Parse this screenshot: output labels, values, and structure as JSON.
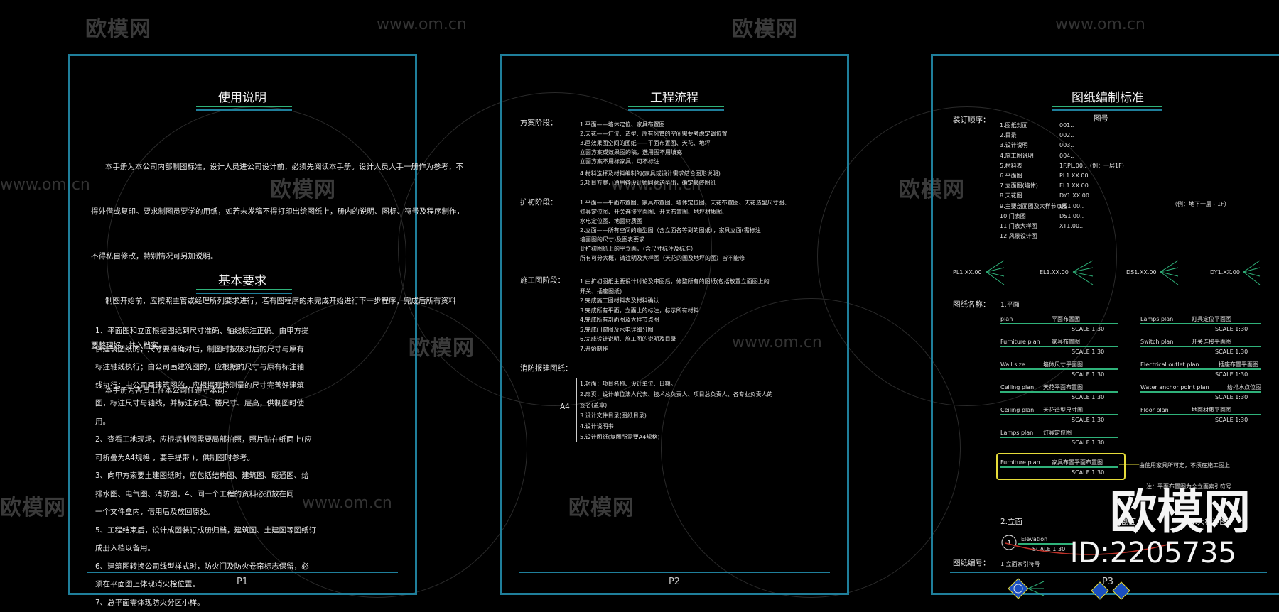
{
  "watermark": {
    "brand": "欧模网",
    "url": "www.om.cn",
    "id": "ID:2205735"
  },
  "pages": [
    {
      "number": "P1",
      "title1": "使用说明",
      "para": [
        "      本手册为本公司内部制图标准，设计人员进公司设计前，必须先阅读本手册。设计人员人手一册作为参考，不",
        "得外借或复印。要求制图员要学的用纸，如若未发稿不得打印出绘图纸上，册内的说明、图标、符号及程序制作，",
        "不得私自修改，特别情况可另加说明。",
        "      制图开始前，应按照主管或经理所列要求进行，若有图程序的未完成开始进行下一步程序，完成后所有资料",
        "要整理好，并入档案。",
        "      本手册为各员工在本公司任遵守本司。"
      ],
      "title2": "基本要求",
      "items": [
        "1、平面图和立面根据图纸到尺寸准确、轴线标注正确。由甲方提",
        "     供建筑图纸的，尺寸要准确对后，制图时按核对后的尺寸与原有",
        "     标注轴线执行；由公司画建筑图的，应根据的尺寸与原有标注轴",
        "     线执行；由公司画建筑图的，应根据现场测量的尺寸完善好建筑",
        "     图，标注尺寸与轴线，并标注家俱、楼尺寸、层高，供制图时使",
        "     用。",
        "2、查看工地现场，应根据制图需要局部拍照，照片贴在纸面上(应",
        "     可折叠为A4规格          ，要手提带          )，供制图时参考。",
        "3、向甲方索要土建图纸时，应包括结构图、建筑图、暖通图、给",
        "     排水图、电气图、消防图。4、同一个工程的资料必须放在同",
        "     一个文件盒内，借用后及放回原处。",
        "5、工程结束后，设计成图装订成册归档，建筑图、土建图等图纸订",
        "     成册入档以备用。",
        "6、建筑图转换公司线型样式时，防火门及防火卷帘标志保留，必",
        "     须在平面图上体现消火栓位置。",
        "7、总平面需体现防火分区小样。"
      ]
    },
    {
      "number": "P2",
      "title": "工程流程",
      "stages": [
        {
          "label": "方案阶段：",
          "lines": [
            "1.平面——墙体定位、家具布置图",
            "2.天花——灯位、造型、原有风管的空间需要考虑定调位置",
            "3.画效果图空间的图纸——平面布置图、天花、地坪",
            "                              立面方案或效果图的稿，选用图不用填充",
            "                              立面方案不用标家具，可不标注",
            "4.材料选择及材料编制的(家具或设计需求结合图形说明)",
            "5.项目方案，通用各设计师同意送至出，确定最终图纸"
          ]
        },
        {
          "label": "扩初阶段：",
          "lines": [
            "1.平面——平面布置图、家具布置图、墙体定位图、天花布置图、天花造型尺寸图、",
            "        灯具定位图、开关连接平面图、开关布置图、地坪材质图、",
            "        水电定位图、地面材质图",
            "",
            "2.立面——所有空间的造型图（含立面各等到的图纸），家具立面(需标注",
            "        墙面图的尺寸)及图表要求",
            "                    此扩初图纸上的平立面，（含尺寸标注及标准）",
            "                    所有可分大概，请注明及大样图（天花的图及地坪的图）皆不能修"
          ]
        },
        {
          "label": "施工图阶段：",
          "lines": [
            "1.由扩初图纸主要设计讨论及审图后，修整所有的图纸(包括放置立面图上的",
            "   开关、插座图纸)",
            "2.完成施工图材料表及材料确认",
            "3.完成所有平面，立面上的标注，标示所有材料",
            "4.完成所有剖面图及大样节点图",
            "5.完成门窗图及水电详细分图",
            "6.完成设计说明、施工图的说明及目录",
            "7.开始制作"
          ]
        },
        {
          "label": "消防报建图纸：",
          "lines": [
            "1.封面：项目名称、设计单位、日期。",
            "2.扉页：设计单位法人代表、技术总负责人、项目总负责人、各专业负责人的",
            "   签名(盖章)",
            "3.设计文件目录(图纸目录)",
            "4.设计说明书",
            "5.设计图纸(复图所需要A4规格)"
          ],
          "side": "A4"
        }
      ]
    },
    {
      "number": "P3",
      "title": "图纸编制标准",
      "order_label": "装订顺序：",
      "col_header": "图号",
      "order": [
        [
          "1.图纸封面",
          ""
        ],
        [
          "2.目录",
          "001.."
        ],
        [
          "3.设计说明",
          "002.."
        ],
        [
          "4.施工图说明",
          "003.."
        ],
        [
          "5.材料表",
          "004.."
        ],
        [
          "6.平面图",
          "1F.PL.00..（例：一层1F）"
        ],
        [
          "7.立面图(墙体)",
          "PL1.XX.00.."
        ],
        [
          "8.天花图",
          "EL1.XX.00.."
        ],
        [
          "9.主要剖面图及大样节点图",
          "DY1.XX.00.."
        ],
        [
          "10.门表图",
          "DS1.00.."
        ],
        [
          "11.门表大样图",
          "DS1.00.."
        ],
        [
          "12.风景设计图",
          "XT1.00.."
        ]
      ],
      "order_note": "（例：地下一层 - 1F）",
      "codes": [
        "PL1.XX.00",
        "EL1.XX.00",
        "DS1.XX.00",
        "DY1.XX.00"
      ],
      "drawing_name_label": "图纸名称：",
      "sub1": "1.平面",
      "plans_left": [
        [
          "plan",
          "平面布置图",
          "SCALE 1:30"
        ],
        [
          "Furniture plan",
          "家具布置图",
          "SCALE 1:30"
        ],
        [
          "Wall size",
          "墙体尺寸平面图",
          "SCALE 1:30"
        ],
        [
          "Ceiling plan",
          "天花平面布置图",
          "SCALE 1:30"
        ],
        [
          "Ceiling plan",
          "天花造型尺寸图",
          "SCALE 1:30"
        ],
        [
          "Lamps plan",
          "灯具定位图",
          "SCALE 1:30"
        ],
        [
          "Furniture plan",
          "家具布置平面布置图",
          "SCALE 1:30"
        ]
      ],
      "plans_right": [
        [
          "Lamps plan",
          "灯具定位平面图",
          "SCALE 1:30"
        ],
        [
          "Switch plan",
          "开关连接平面图",
          "SCALE 1:30"
        ],
        [
          "Electrical outlet plan",
          "插座布置平面图",
          "SCALE 1:30"
        ],
        [
          "Water anchor point plan",
          "给排水点位图",
          "SCALE 1:30"
        ],
        [
          "Floor plan",
          "地面材质平面图",
          "SCALE 1:30"
        ]
      ],
      "note1": "由使用家具所可定，不须在施工图上",
      "note2": "注：平面布置图为全立面索引符号",
      "sub2": "2.立面",
      "sub3": "3.剖面",
      "sub4": "4.大样详图",
      "elev_text": "Elevation",
      "elev_scale": "SCALE 1:30",
      "drawing_code_label": "图纸编号：",
      "sub5": "1.立面索引符号"
    }
  ]
}
